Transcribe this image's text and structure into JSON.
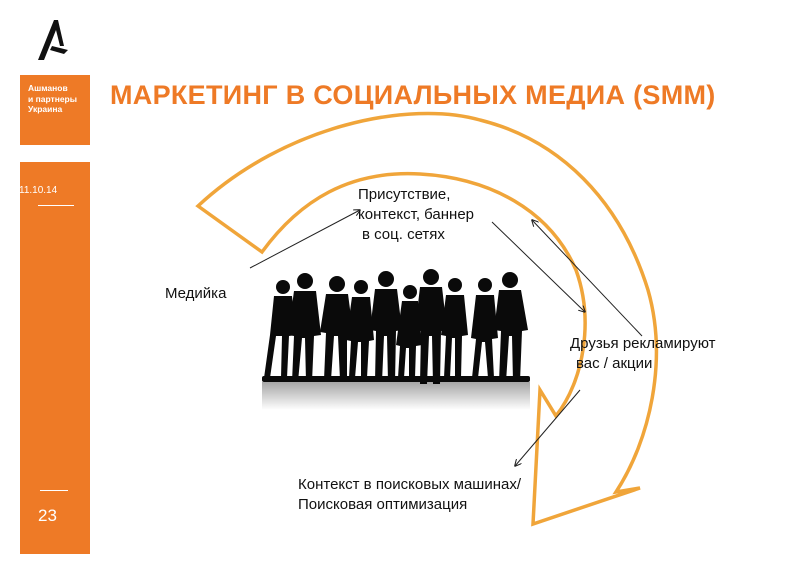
{
  "header": {
    "title": "МАРКЕТИНГ В СОЦИАЛЬНЫХ МЕДИА (SMM)"
  },
  "sidebar": {
    "brand_lines": [
      "Ашманов",
      "и партнеры",
      "Украина"
    ],
    "date": "11.10.14",
    "page_number": "23"
  },
  "diagram": {
    "labels": {
      "presence": [
        "Присутствие,",
        "контекст, баннер",
        "в соц. сетях"
      ],
      "media": "Медийка",
      "friends": [
        "Друзья рекламируют",
        "вас / акции"
      ],
      "search": [
        "Контекст в поисковых машинах/",
        "Поисковая оптимизация"
      ]
    }
  },
  "colors": {
    "accent": "#ee7a26",
    "arrow_outline": "#f0a53a"
  }
}
